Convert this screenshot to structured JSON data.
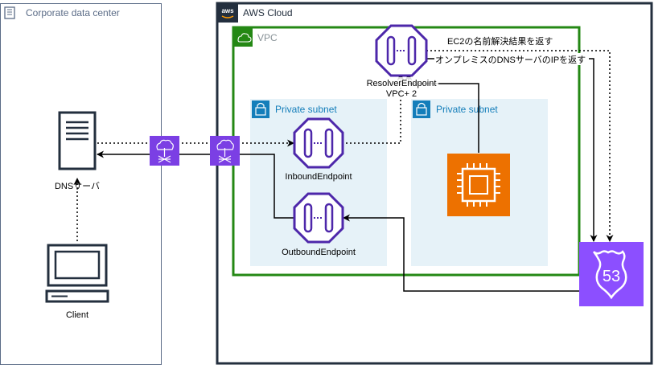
{
  "groups": {
    "corporate": {
      "label": "Corporate data center"
    },
    "aws_cloud": {
      "label": "AWS Cloud"
    },
    "vpc": {
      "label": "VPC"
    },
    "subnet_left": {
      "label": "Private subnet"
    },
    "subnet_right": {
      "label": "Private subnet"
    }
  },
  "nodes": {
    "dns_server": {
      "label": "DNSサーバ"
    },
    "client": {
      "label": "Client"
    },
    "resolver": {
      "label": "ResolverEndpoint",
      "sublabel": "VPC+ 2"
    },
    "inbound": {
      "label": "InboundEndpoint"
    },
    "outbound": {
      "label": "OutboundEndpoint"
    },
    "route53": {
      "label": "53"
    }
  },
  "edges": {
    "ec2_result": {
      "label": "EC2の名前解決結果を返す"
    },
    "onprem_ip": {
      "label": "オンプレミスのDNSサーバのIPを返す"
    }
  },
  "colors": {
    "corporate_border": "#5a6b86",
    "aws_border": "#232f3e",
    "vpc_border": "#248814",
    "subnet_fill": "#e6f2f8",
    "subnet_text": "#147eba",
    "endpoint": "#4d27aa",
    "gateway": "#7b3fe4",
    "ec2": "#ed7100",
    "route53": "#8c4fff"
  }
}
